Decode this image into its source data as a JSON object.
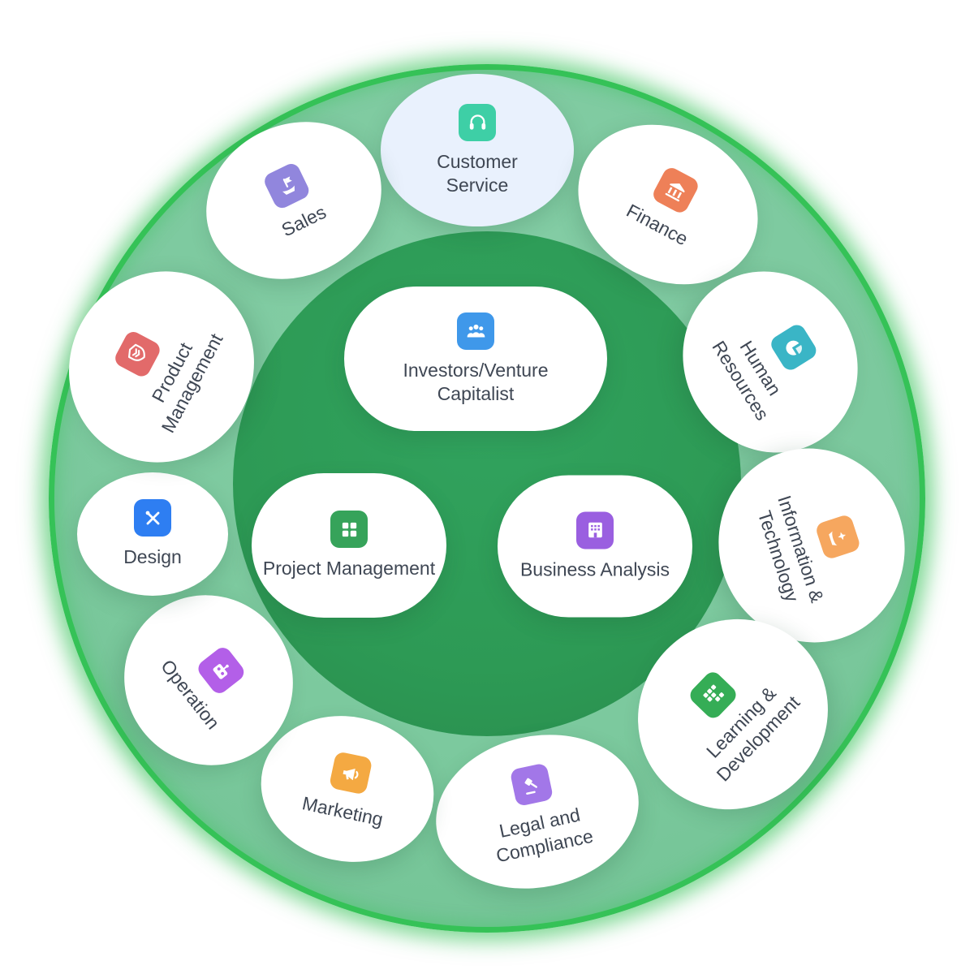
{
  "diagram": {
    "ring_color": "#7cc99e",
    "ring_glow_color": "#35c257",
    "inner_circle_color": "#2d9a55",
    "text_color": "#3f4754",
    "center_nodes": [
      {
        "label": "Investors/Venture Capitalist",
        "icon": "people-group-icon",
        "icon_color": "#3f98ea"
      },
      {
        "label": "Project Management",
        "icon": "grid-icon",
        "icon_color": "#36a35a"
      },
      {
        "label": "Business Analysis",
        "icon": "building-chart-icon",
        "icon_color": "#9a5fe0"
      }
    ],
    "ring_nodes": [
      {
        "label": "Customer Service",
        "icon": "headset-icon",
        "icon_color": "#3ecfa6",
        "bubble_color": "#e9f1fd",
        "highlighted": true
      },
      {
        "label": "Finance",
        "icon": "bank-icon",
        "icon_color": "#ee8058"
      },
      {
        "label": "Human Resources",
        "icon": "pie-chart-icon",
        "icon_color": "#3ab5c6"
      },
      {
        "label": "Information & Technology",
        "icon": "hand-holding-icon",
        "icon_color": "#f6a75f"
      },
      {
        "label": "Learning & Development",
        "icon": "abacus-grid-icon",
        "icon_color": "#35ad56"
      },
      {
        "label": "Legal and Compliance",
        "icon": "gavel-icon",
        "icon_color": "#a277e8"
      },
      {
        "label": "Marketing",
        "icon": "megaphone-icon",
        "icon_color": "#f4a942"
      },
      {
        "label": "Operation",
        "icon": "robot-icon",
        "icon_color": "#b35fe8"
      },
      {
        "label": "Design",
        "icon": "tools-icon",
        "icon_color": "#2e7ef2"
      },
      {
        "label": "Product Management",
        "icon": "shield-layers-icon",
        "icon_color": "#e26a6a"
      },
      {
        "label": "Sales",
        "icon": "flag-hand-icon",
        "icon_color": "#9186dd"
      }
    ]
  }
}
